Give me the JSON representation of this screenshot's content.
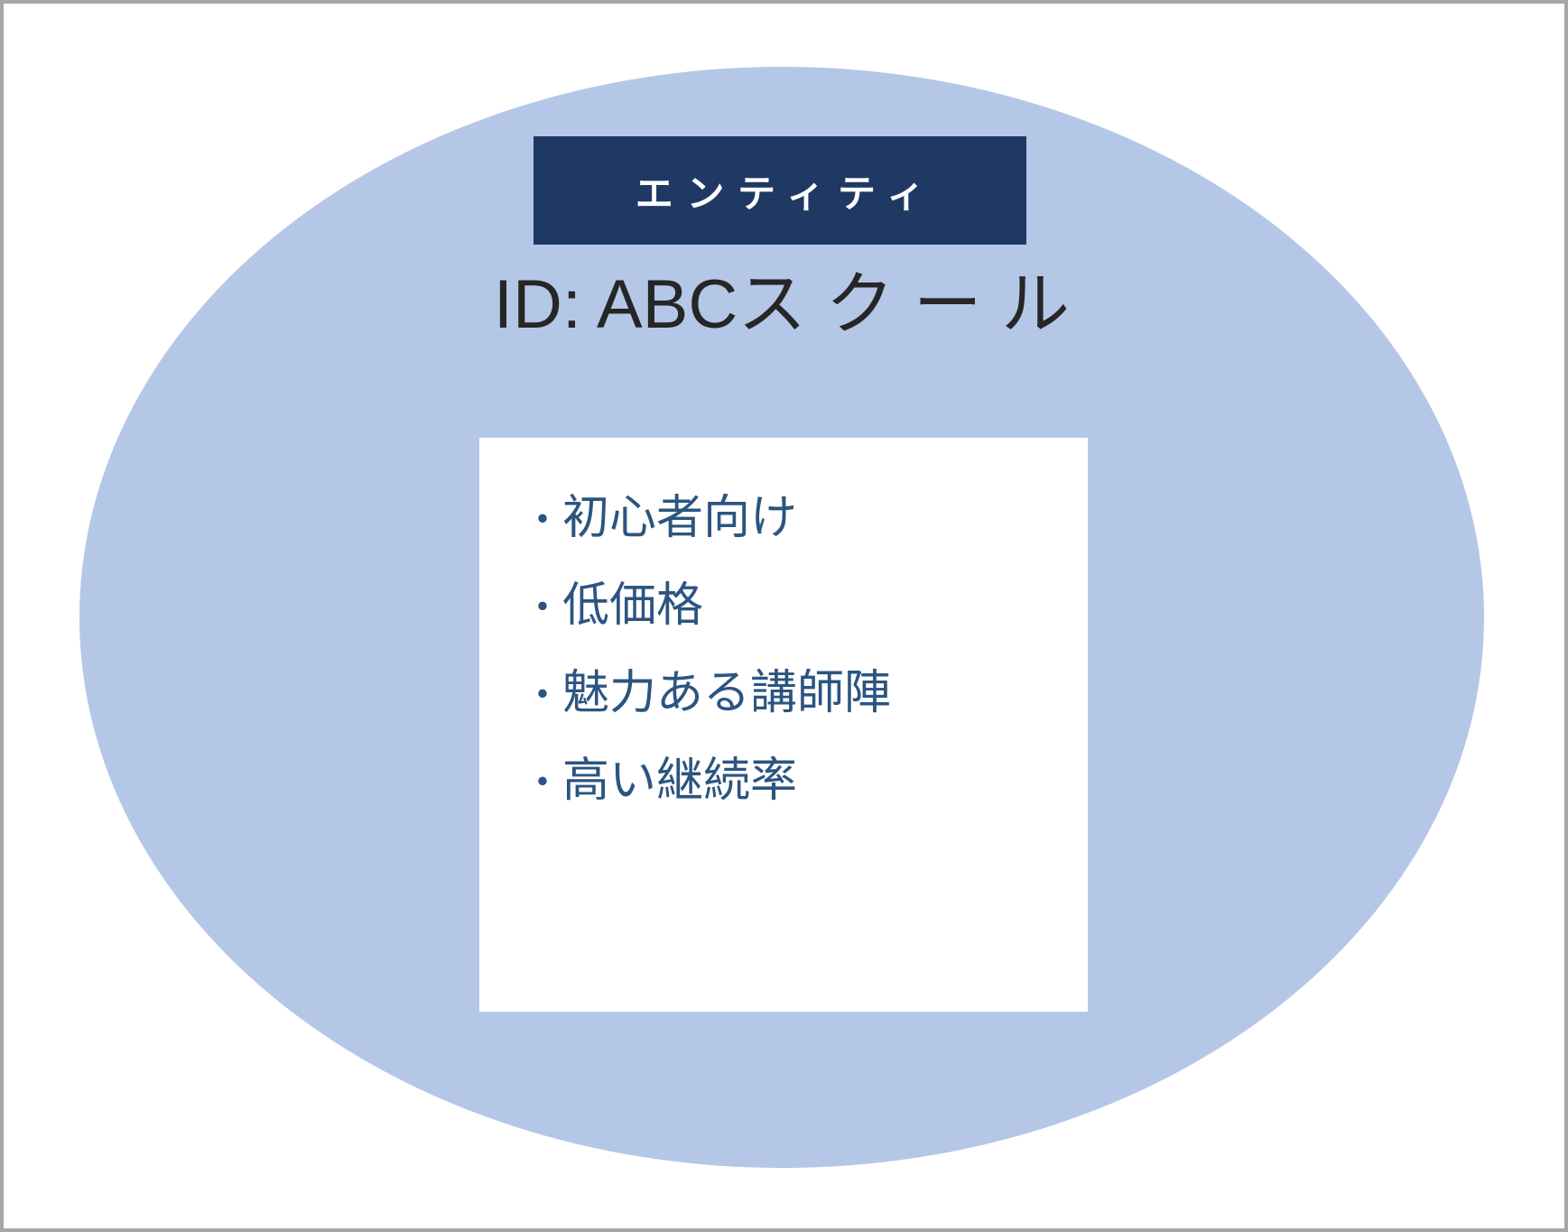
{
  "diagram": {
    "entity": {
      "header_label": "エンティティ",
      "id_title": "ID: ABCスクール",
      "id_title_latin": "ID: ABC",
      "id_title_kana": "スクール",
      "bullet_char": "・",
      "features": [
        "初心者向け",
        "低価格",
        "魅力ある講師陣",
        "高い継続率"
      ]
    },
    "colors": {
      "ellipse_fill": "#B4C7E7",
      "header_fill": "#1F3864",
      "header_text": "#FFFFFF",
      "title_text": "#262626",
      "feature_text": "#2B5580",
      "panel_fill": "#FFFFFF",
      "canvas_border": "#A6A6A6"
    }
  }
}
